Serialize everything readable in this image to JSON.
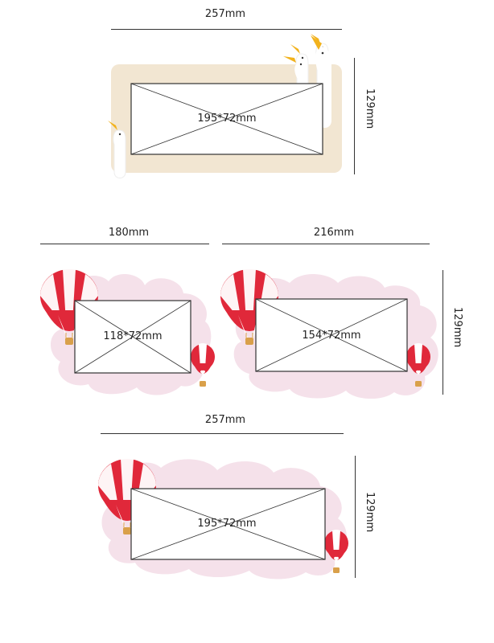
{
  "panels": [
    {
      "id": "goose",
      "width_label": "257mm",
      "height_label": "129mm",
      "opening_label": "195*72mm",
      "frame_color": "#f2e6d2"
    },
    {
      "id": "cloud-small",
      "width_label": "180mm",
      "opening_label": "118*72mm",
      "frame_color": "#f5e1ea"
    },
    {
      "id": "cloud-medium",
      "width_label": "216mm",
      "height_label": "129mm",
      "opening_label": "154*72mm",
      "frame_color": "#f5e1ea"
    },
    {
      "id": "cloud-large",
      "width_label": "257mm",
      "height_label": "129mm",
      "opening_label": "195*72mm",
      "frame_color": "#f5e1ea"
    }
  ],
  "colors": {
    "balloon_red": "#e0283a",
    "balloon_white": "#ffffff",
    "basket": "#d9a04a",
    "goose_beak": "#f2b21c",
    "opening_border": "#333333"
  },
  "icons": [
    "goose-icon",
    "hot-air-balloon-icon"
  ]
}
